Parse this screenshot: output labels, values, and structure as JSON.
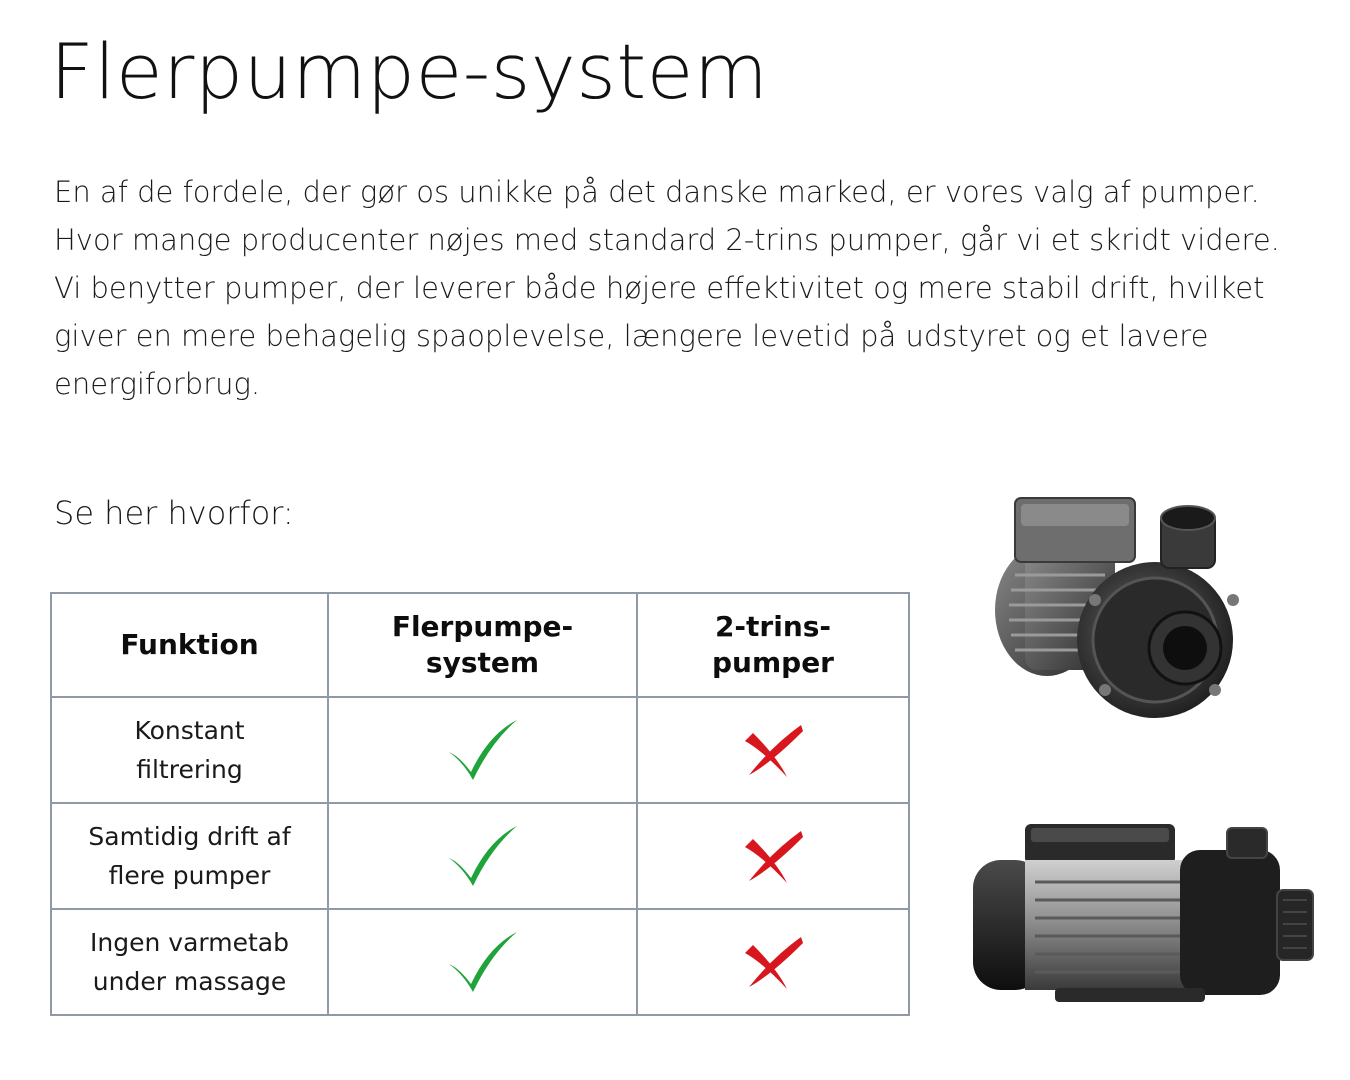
{
  "title": "Flerpumpe-system",
  "intro": {
    "paragraph_1": "En af de fordele, der gør os unikke på det danske marked, er vores valg af pumper. Hvor mange producenter nøjes med standard 2-trins pumper, går vi et skridt videre.",
    "paragraph_2": "Vi benytter pumper, der leverer både højere effektivitet og mere stabil drift, hvilket giver en mere behagelig spaoplevelse, længere levetid på udstyret og et lavere energiforbrug."
  },
  "lead": "Se her hvorfor:",
  "table": {
    "headers": {
      "function": "Funktion",
      "multi_line1": "Flerpumpe-",
      "multi_line2": "system",
      "two_line1": "2-trins-",
      "two_line2": "pumper"
    },
    "rows": [
      {
        "label_line1": "Konstant",
        "label_line2": "filtrering",
        "multi": "check-icon",
        "two": "cross-icon"
      },
      {
        "label_line1": "Samtidig drift af",
        "label_line2": "flere pumper",
        "multi": "check-icon",
        "two": "cross-icon"
      },
      {
        "label_line1": "Ingen varmetab",
        "label_line2": "under massage",
        "multi": "check-icon",
        "two": "cross-icon"
      }
    ]
  },
  "colors": {
    "check": "#1fa33a",
    "cross": "#d7161e",
    "table_border": "#8f9aa4"
  }
}
